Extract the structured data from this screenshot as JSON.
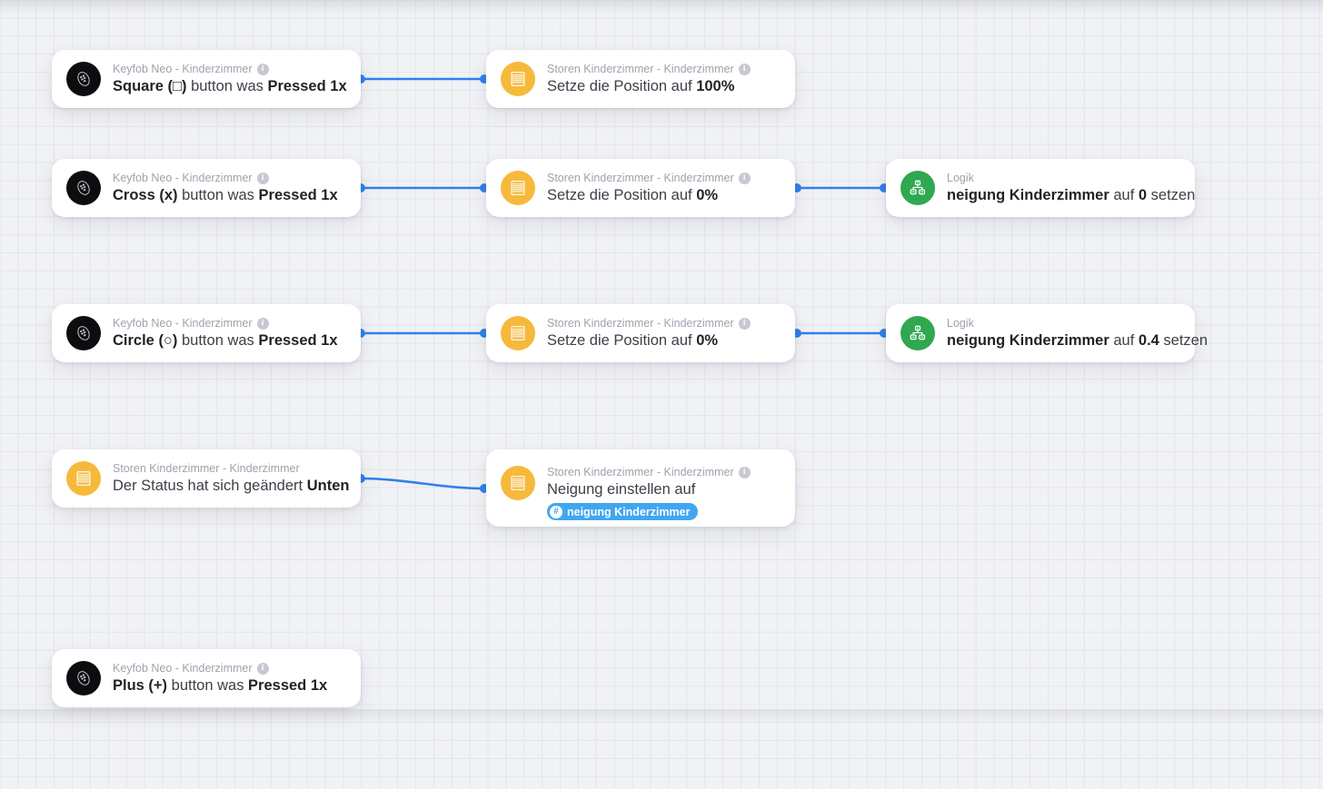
{
  "canvas": {
    "grid_color": "#e3e5ea",
    "background_color": "#f1f2f6",
    "accent_color": "#2f80ed",
    "chip_color": "#41a6f0"
  },
  "icons": {
    "keyfob": "keyfob-icon",
    "blind": "blind-icon",
    "logic": "sitemap-icon",
    "info": "i"
  },
  "nodes": [
    {
      "id": "trigger-square",
      "icon": "keyfob",
      "subtitle": "Keyfob Neo - Kinderzimmer",
      "has_info": true,
      "title_parts": [
        {
          "text": "Square (□)",
          "bold": true
        },
        {
          "text": " button was ",
          "bold": false
        },
        {
          "text": "Pressed 1x",
          "bold": true
        }
      ]
    },
    {
      "id": "action-pos-100",
      "icon": "blind",
      "subtitle": "Storen Kinderzimmer - Kinderzimmer",
      "has_info": true,
      "title_parts": [
        {
          "text": "Setze die Position auf ",
          "bold": false
        },
        {
          "text": "100%",
          "bold": true
        }
      ]
    },
    {
      "id": "trigger-cross",
      "icon": "keyfob",
      "subtitle": "Keyfob Neo - Kinderzimmer",
      "has_info": true,
      "title_parts": [
        {
          "text": "Cross (x)",
          "bold": true
        },
        {
          "text": " button was ",
          "bold": false
        },
        {
          "text": "Pressed 1x",
          "bold": true
        }
      ]
    },
    {
      "id": "action-pos-0-a",
      "icon": "blind",
      "subtitle": "Storen Kinderzimmer - Kinderzimmer",
      "has_info": true,
      "title_parts": [
        {
          "text": "Setze die Position auf ",
          "bold": false
        },
        {
          "text": "0%",
          "bold": true
        }
      ]
    },
    {
      "id": "logic-neigung-0",
      "icon": "logic",
      "subtitle": "Logik",
      "has_info": false,
      "title_parts": [
        {
          "text": "neigung Kinderzimmer",
          "bold": true
        },
        {
          "text": " auf ",
          "bold": false
        },
        {
          "text": "0",
          "bold": true
        },
        {
          "text": " setzen",
          "bold": false
        }
      ]
    },
    {
      "id": "trigger-circle",
      "icon": "keyfob",
      "subtitle": "Keyfob Neo - Kinderzimmer",
      "has_info": true,
      "title_parts": [
        {
          "text": "Circle (○)",
          "bold": true
        },
        {
          "text": " button was ",
          "bold": false
        },
        {
          "text": "Pressed 1x",
          "bold": true
        }
      ]
    },
    {
      "id": "action-pos-0-b",
      "icon": "blind",
      "subtitle": "Storen Kinderzimmer - Kinderzimmer",
      "has_info": true,
      "title_parts": [
        {
          "text": "Setze die Position auf ",
          "bold": false
        },
        {
          "text": "0%",
          "bold": true
        }
      ]
    },
    {
      "id": "logic-neigung-04",
      "icon": "logic",
      "subtitle": "Logik",
      "has_info": false,
      "title_parts": [
        {
          "text": "neigung Kinderzimmer",
          "bold": true
        },
        {
          "text": " auf ",
          "bold": false
        },
        {
          "text": "0.4",
          "bold": true
        },
        {
          "text": " setzen",
          "bold": false
        }
      ]
    },
    {
      "id": "trigger-status",
      "icon": "blind",
      "subtitle": "Storen Kinderzimmer - Kinderzimmer",
      "has_info": false,
      "title_parts": [
        {
          "text": "Der Status hat sich geändert ",
          "bold": false
        },
        {
          "text": "Unten",
          "bold": true
        }
      ]
    },
    {
      "id": "action-neigung-var",
      "icon": "blind",
      "subtitle": "Storen Kinderzimmer - Kinderzimmer",
      "has_info": true,
      "title_parts": [
        {
          "text": "Neigung einstellen auf",
          "bold": false
        }
      ],
      "chip": {
        "hash": "#",
        "label": "neigung Kinderzimmer"
      }
    },
    {
      "id": "trigger-plus",
      "icon": "keyfob",
      "subtitle": "Keyfob Neo - Kinderzimmer",
      "has_info": true,
      "title_parts": [
        {
          "text": "Plus (+)",
          "bold": true
        },
        {
          "text": " button was ",
          "bold": false
        },
        {
          "text": "Pressed 1x",
          "bold": true
        }
      ]
    }
  ]
}
